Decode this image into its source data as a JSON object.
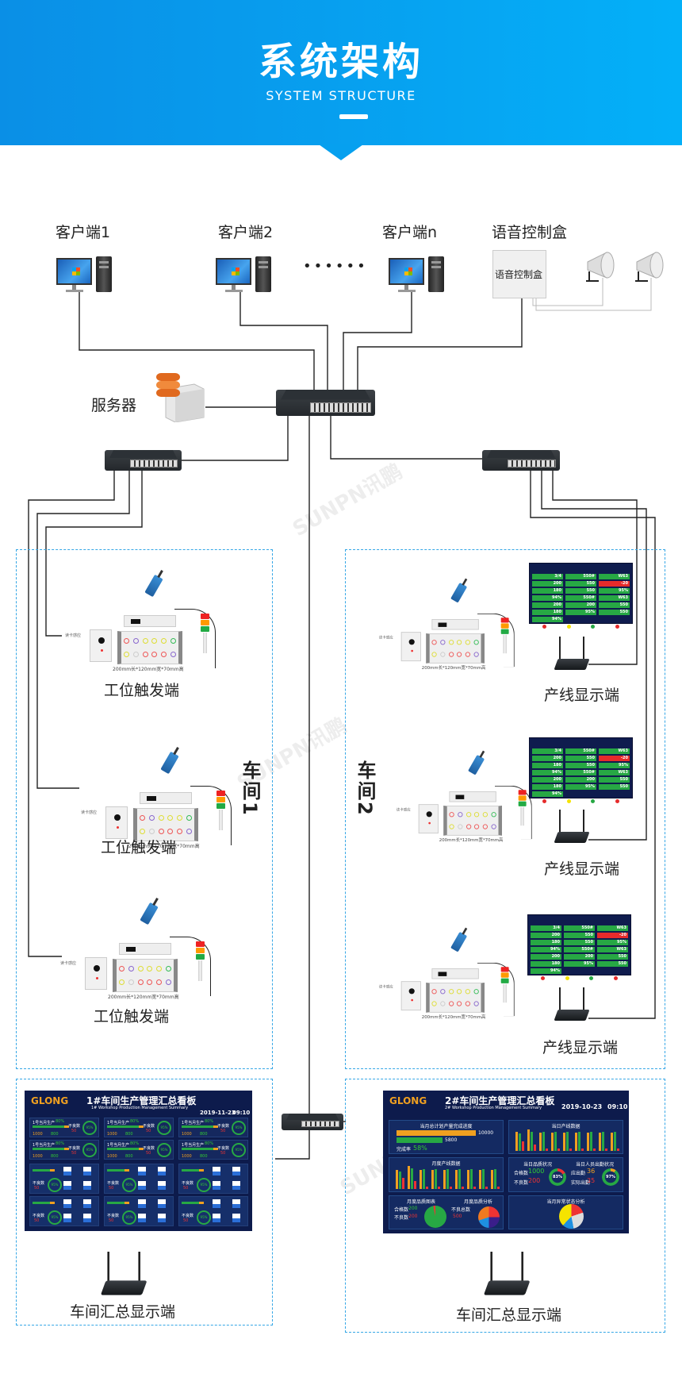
{
  "header": {
    "title": "系统架构",
    "subtitle": "SYSTEM STRUCTURE"
  },
  "clients": [
    {
      "label": "客户端1"
    },
    {
      "label": "客户端2"
    },
    {
      "label": "客户端n"
    }
  ],
  "ellipsis": "••••••",
  "voice_box": {
    "label": "语音控制盒",
    "box_text": "语音控制盒"
  },
  "server": {
    "label": "服务器"
  },
  "workshops": [
    {
      "label": "车间1"
    },
    {
      "label": "车间2"
    }
  ],
  "station": {
    "label": "工位触发端",
    "dimensions": "200mm长*120mm宽*70mm高",
    "reader_label": "读卡感应"
  },
  "line_display": {
    "label": "产线显示端",
    "values": [
      "3/4",
      "550#",
      "W63",
      "200",
      "550",
      "-20",
      "180",
      "550",
      "95%",
      "94%",
      "550#",
      "W63",
      "200",
      "200",
      "550",
      "180",
      "95%",
      "550",
      "94%"
    ],
    "status_colors": [
      "#e62b2b",
      "#f5e300",
      "#27a844",
      "#e62b2b"
    ]
  },
  "summary": {
    "label": "车间汇总显示端"
  },
  "watermark": "SUNPN讯鹏",
  "dashboard1": {
    "brand": "GLONG",
    "title": "1#车间生产管理汇总看板",
    "subtitle": "1# Workshop Production Management Summary",
    "date": "2019-11-23",
    "time": "09:10",
    "card_title": "1号当月生产",
    "card_percent": "80%",
    "defect_label": "不良数",
    "defect_value": "50",
    "ring_value": "95%",
    "plan_value": "1000",
    "done_value": "800"
  },
  "dashboard2": {
    "brand": "GLONG",
    "title": "2#车间生产管理汇总看板",
    "subtitle": "2# Workshop Production Management Summary",
    "date": "2019-10-23",
    "time": "09:10",
    "plan_panel": {
      "title": "当月总计划产量完成进度",
      "plan": "10000",
      "done": "5800",
      "rate_label": "完成率",
      "rate": "58%",
      "plan_fraction": 1.0,
      "done_fraction": 0.58
    },
    "daily_panel": {
      "title": "当日产线数据",
      "bars": [
        [
          90,
          80,
          45
        ],
        [
          100,
          90,
          30
        ],
        [
          85,
          88,
          10
        ],
        [
          85,
          88,
          10
        ],
        [
          85,
          88,
          10
        ],
        [
          85,
          88,
          10
        ],
        [
          85,
          88,
          10
        ],
        [
          85,
          88,
          10
        ],
        [
          85,
          88,
          10
        ]
      ]
    },
    "monthly_panel": {
      "title": "月度产线数据",
      "bars": [
        [
          85,
          78,
          50
        ],
        [
          100,
          90,
          35
        ],
        [
          85,
          88,
          10
        ],
        [
          85,
          88,
          10
        ],
        [
          85,
          88,
          10
        ],
        [
          85,
          88,
          10
        ],
        [
          85,
          88,
          10
        ],
        [
          85,
          88,
          10
        ],
        [
          85,
          88,
          10
        ]
      ]
    },
    "quality_panel": {
      "title": "当日品质状况",
      "ok_label": "合格数",
      "ok": "1000",
      "ng_label": "不良数",
      "ng": "200",
      "ring": "83%"
    },
    "attendance_panel": {
      "title": "当日人员出勤状况",
      "due_label": "应出勤",
      "due": "36",
      "actual_label": "实际出勤",
      "actual": "35",
      "ring": "97%"
    },
    "monthly_quality": {
      "title": "月度品质图表",
      "ok_label": "合格数",
      "ok": "200",
      "ng_label": "不良数",
      "ng": "200"
    },
    "quality_analysis": {
      "title": "月度品质分析",
      "total_label": "不良总数",
      "total": "500"
    },
    "abnormal_panel": {
      "title": "当月异常状态分析"
    }
  }
}
